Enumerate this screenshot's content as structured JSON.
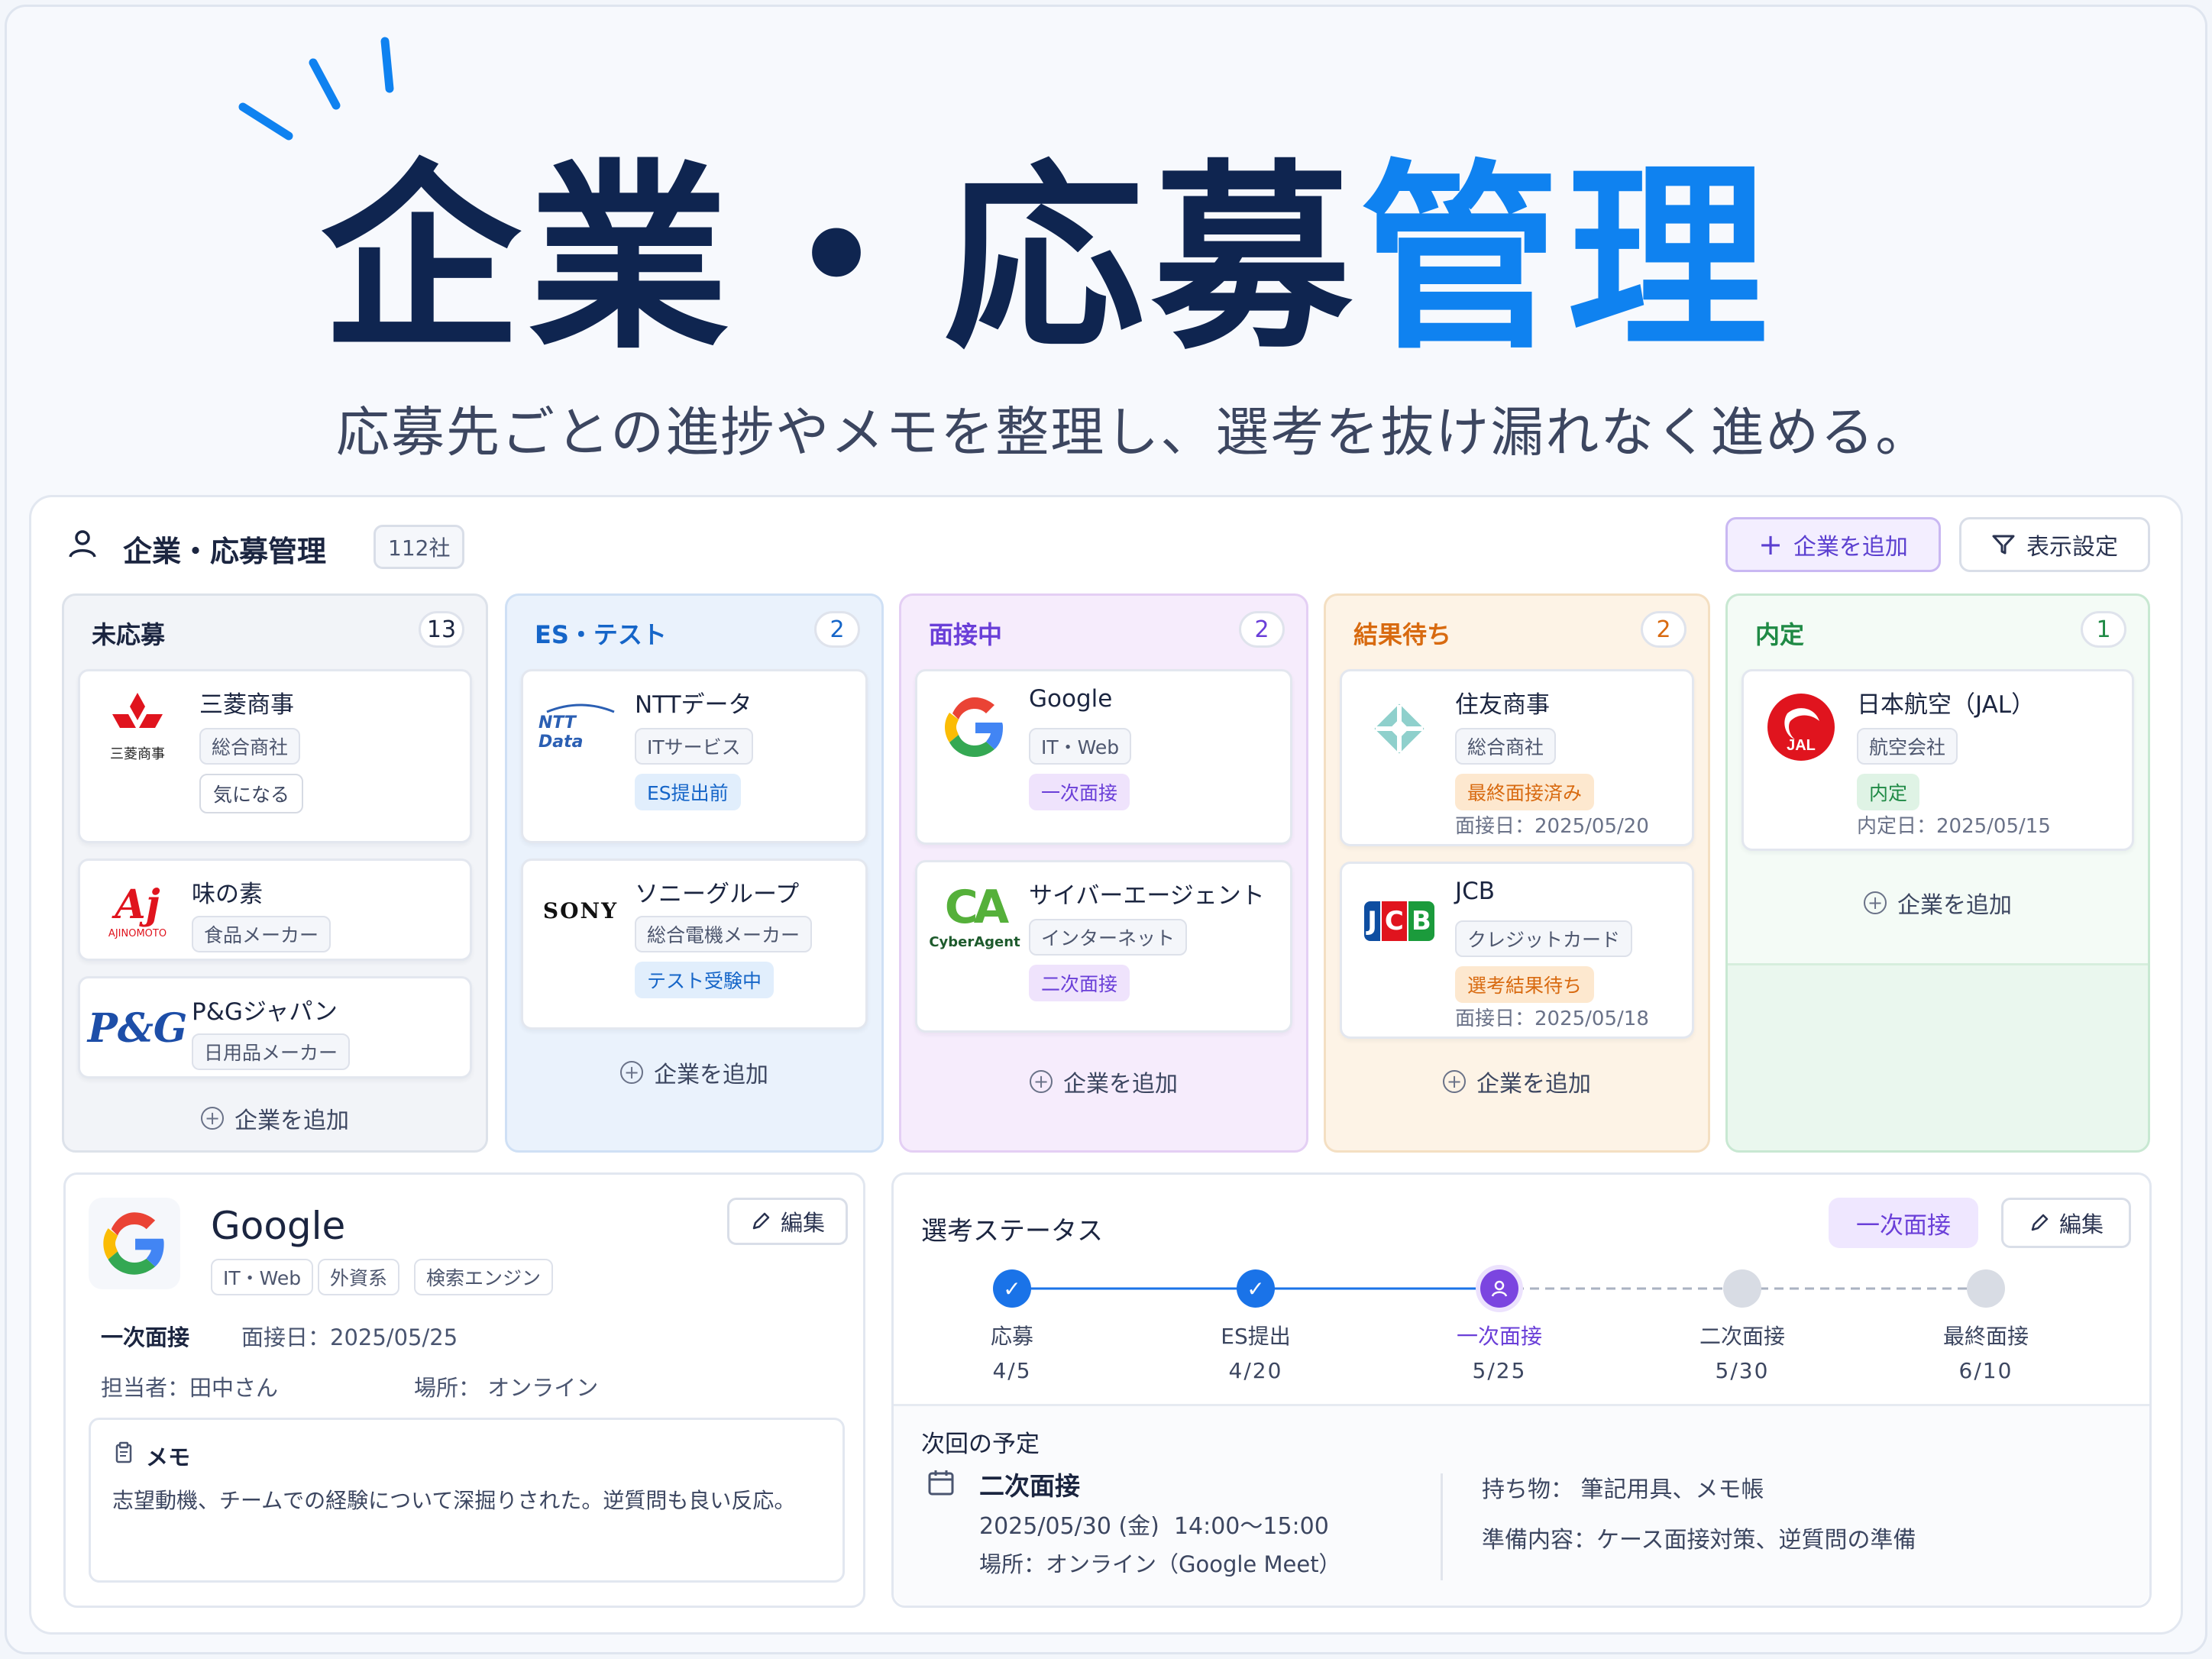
{
  "hero": {
    "title_dark": "企業・応募",
    "title_blue": "管理",
    "subtitle": "応募先ごとの進捗やメモを整理し、選考を抜け漏れなく進める。"
  },
  "header": {
    "title": "企業・応募管理",
    "count": "112社",
    "add_button": "企業を追加",
    "view_button": "表示設定"
  },
  "colors": {
    "accent": "#0f82f0",
    "navy": "#0f2550",
    "purple": "#6a3fd8"
  },
  "add_company": "企業を追加",
  "columns": [
    {
      "title": "未応募",
      "count": "13",
      "cards": [
        {
          "name": "三菱商事",
          "logo_text": "三菱商事",
          "tag": "総合商社",
          "status": "気になる"
        },
        {
          "name": "味の素",
          "logo_text": "AJINOMOTO",
          "tag": "食品メーカー"
        },
        {
          "name": "P&Gジャパン",
          "logo_text": "P&G",
          "tag": "日用品メーカー"
        }
      ]
    },
    {
      "title": "ES・テスト",
      "count": "2",
      "cards": [
        {
          "name": "NTTデータ",
          "logo_text": "NTT Data",
          "tag": "ITサービス",
          "status": "ES提出前"
        },
        {
          "name": "ソニーグループ",
          "logo_text": "SONY",
          "tag": "総合電機メーカー",
          "status": "テスト受験中"
        }
      ]
    },
    {
      "title": "面接中",
      "count": "2",
      "cards": [
        {
          "name": "Google",
          "logo_text": "G",
          "tag": "IT・Web",
          "status": "一次面接"
        },
        {
          "name": "サイバーエージェント",
          "logo_text": "CyberAgent",
          "tag": "インターネット",
          "status": "二次面接"
        }
      ]
    },
    {
      "title": "結果待ち",
      "count": "2",
      "cards": [
        {
          "name": "住友商事",
          "tag": "総合商社",
          "status": "最終面接済み",
          "date": "面接日：2025/05/20"
        },
        {
          "name": "JCB",
          "logo_text": "JCB",
          "tag": "クレジットカード",
          "status": "選考結果待ち",
          "date": "面接日：2025/05/18"
        }
      ]
    },
    {
      "title": "内定",
      "count": "1",
      "cards": [
        {
          "name": "日本航空（JAL）",
          "logo_text": "JAL",
          "tag": "航空会社",
          "status": "内定",
          "date": "内定日：2025/05/15"
        }
      ]
    }
  ],
  "detail": {
    "name": "Google",
    "tags": [
      "IT・Web",
      "外資系",
      "検索エンジン"
    ],
    "edit": "編集",
    "stage": "一次面接",
    "interview_date": "面接日：2025/05/25",
    "person": "担当者：田中さん",
    "place": "場所： オンライン",
    "memo_title": "メモ",
    "memo_text": "志望動機、チームでの経験について深掘りされた。逆質問も良い反応。"
  },
  "status_panel": {
    "title": "選考ステータス",
    "current": "一次面接",
    "edit": "編集",
    "steps": [
      {
        "label": "応募",
        "date": "4/5",
        "state": "done"
      },
      {
        "label": "ES提出",
        "date": "4/20",
        "state": "done"
      },
      {
        "label": "一次面接",
        "date": "5/25",
        "state": "current"
      },
      {
        "label": "二次面接",
        "date": "5/30",
        "state": "todo"
      },
      {
        "label": "最終面接",
        "date": "6/10",
        "state": "todo"
      }
    ],
    "next": {
      "title": "次回の予定",
      "event": "二次面接",
      "datetime": "2025/05/30 (金)  14:00～15:00",
      "place": "場所：オンライン（Google Meet）",
      "items": "持ち物： 筆記用具、メモ帳",
      "prep": "準備内容：ケース面接対策、逆質問の準備"
    }
  }
}
